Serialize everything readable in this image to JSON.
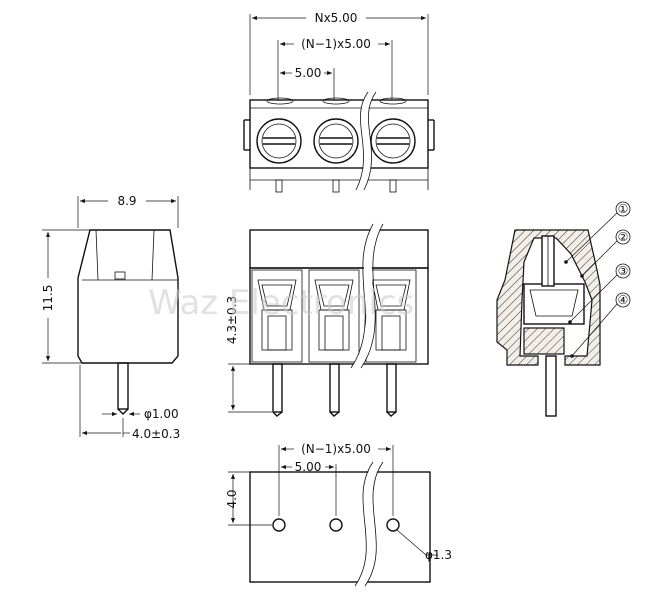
{
  "dimensions": {
    "total_pitch": "Nx5.00",
    "span_pitch": "(N−1)x5.00",
    "pitch": "5.00",
    "width": "8.9",
    "height": "11.5",
    "pin_offset": "4.3±0.3",
    "pin_diameter": "φ1.00",
    "pin_position": "4.0±0.3",
    "pcb_span": "(N−1)x5.00",
    "pcb_pitch": "5.00",
    "pcb_row_offset": "4.0",
    "hole_diameter": "φ1.3"
  },
  "callouts": [
    "①",
    "②",
    "③",
    "④"
  ],
  "watermark": "Waz Electronics"
}
